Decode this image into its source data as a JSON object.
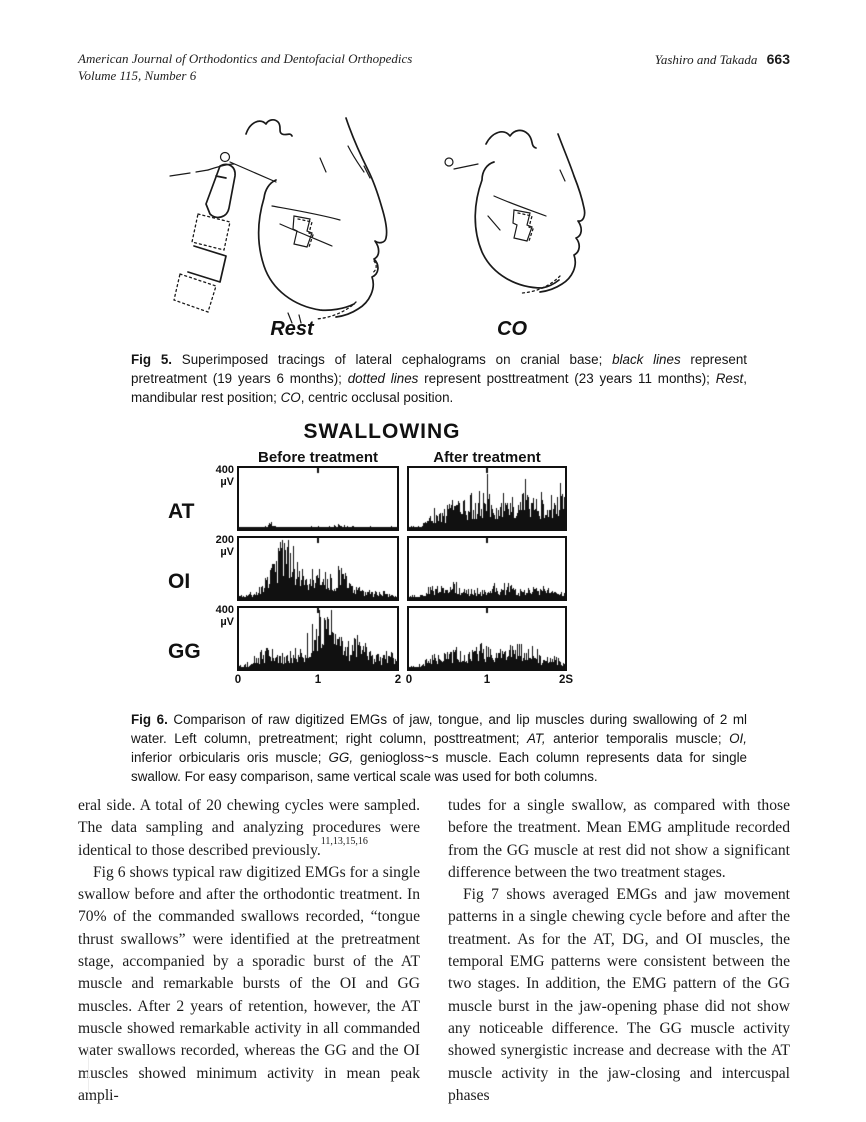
{
  "header": {
    "journal": "American Journal of Orthodontics and Dentofacial Orthopedics",
    "volume_line": "Volume 115, Number 6",
    "authors": "Yashiro and Takada",
    "page_number": "663"
  },
  "figure5": {
    "label_rest": "Rest",
    "label_co": "CO",
    "caption_segments": [
      {
        "t": "Fig 5.",
        "s": "b"
      },
      {
        "t": " Superimposed tracings of lateral cephalograms on cranial base; ",
        "s": "r"
      },
      {
        "t": "black lines",
        "s": "i"
      },
      {
        "t": " represent pretreatment (19 years 6 months); ",
        "s": "r"
      },
      {
        "t": "dotted lines",
        "s": "i"
      },
      {
        "t": " represent posttreatment (23 years 11 months); ",
        "s": "r"
      },
      {
        "t": "Rest",
        "s": "i"
      },
      {
        "t": ", mandibular rest position; ",
        "s": "r"
      },
      {
        "t": "CO",
        "s": "i"
      },
      {
        "t": ", centric occlusal position.",
        "s": "r"
      }
    ]
  },
  "chart_data": {
    "type": "area",
    "title": "SWALLOWING",
    "column_headers": [
      "Before treatment",
      "After treatment"
    ],
    "rows": [
      {
        "label": "AT",
        "scale_value": "400",
        "scale_unit": "µV",
        "ymax_uV": 400
      },
      {
        "label": "OI",
        "scale_value": "200",
        "scale_unit": "µV",
        "ymax_uV": 200
      },
      {
        "label": "GG",
        "scale_value": "400",
        "scale_unit": "µV",
        "ymax_uV": 400
      }
    ],
    "x_ticks_before": [
      "0",
      "1",
      "2"
    ],
    "x_ticks_after": [
      "0",
      "1",
      "2S"
    ],
    "x_range_seconds": [
      0,
      2
    ],
    "x_unit": "s",
    "note": "raw digitized EMG envelopes, amplitude relative to row scale",
    "panels": [
      {
        "row": "AT",
        "column": "before",
        "envelope": [
          [
            0,
            0.02
          ],
          [
            0.3,
            0.03
          ],
          [
            0.4,
            0.12
          ],
          [
            0.48,
            0.03
          ],
          [
            0.7,
            0.02
          ],
          [
            1.0,
            0.04
          ],
          [
            1.25,
            0.06
          ],
          [
            1.45,
            0.04
          ],
          [
            1.7,
            0.03
          ],
          [
            2,
            0.03
          ]
        ]
      },
      {
        "row": "AT",
        "column": "after",
        "envelope": [
          [
            0,
            0.04
          ],
          [
            0.15,
            0.06
          ],
          [
            0.3,
            0.22
          ],
          [
            0.45,
            0.3
          ],
          [
            0.6,
            0.5
          ],
          [
            0.7,
            0.42
          ],
          [
            0.8,
            0.55
          ],
          [
            0.9,
            0.48
          ],
          [
            1.0,
            0.62
          ],
          [
            1.1,
            0.5
          ],
          [
            1.2,
            0.58
          ],
          [
            1.35,
            0.48
          ],
          [
            1.5,
            0.56
          ],
          [
            1.65,
            0.5
          ],
          [
            1.8,
            0.62
          ],
          [
            1.9,
            0.55
          ],
          [
            2,
            0.5
          ]
        ]
      },
      {
        "row": "OI",
        "column": "before",
        "envelope": [
          [
            0,
            0.06
          ],
          [
            0.15,
            0.08
          ],
          [
            0.3,
            0.25
          ],
          [
            0.42,
            0.55
          ],
          [
            0.52,
            0.85
          ],
          [
            0.6,
            1.0
          ],
          [
            0.68,
            0.8
          ],
          [
            0.78,
            0.5
          ],
          [
            0.88,
            0.32
          ],
          [
            0.98,
            0.45
          ],
          [
            1.08,
            0.55
          ],
          [
            1.18,
            0.38
          ],
          [
            1.28,
            0.5
          ],
          [
            1.38,
            0.32
          ],
          [
            1.5,
            0.2
          ],
          [
            1.65,
            0.14
          ],
          [
            1.8,
            0.1
          ],
          [
            2,
            0.07
          ]
        ]
      },
      {
        "row": "OI",
        "column": "after",
        "envelope": [
          [
            0,
            0.05
          ],
          [
            0.2,
            0.07
          ],
          [
            0.3,
            0.24
          ],
          [
            0.4,
            0.18
          ],
          [
            0.5,
            0.16
          ],
          [
            0.6,
            0.26
          ],
          [
            0.72,
            0.16
          ],
          [
            0.9,
            0.13
          ],
          [
            1.1,
            0.16
          ],
          [
            1.3,
            0.2
          ],
          [
            1.45,
            0.15
          ],
          [
            1.6,
            0.2
          ],
          [
            1.75,
            0.17
          ],
          [
            1.9,
            0.12
          ],
          [
            2,
            0.1
          ]
        ]
      },
      {
        "row": "GG",
        "column": "before",
        "envelope": [
          [
            0,
            0.05
          ],
          [
            0.15,
            0.1
          ],
          [
            0.28,
            0.32
          ],
          [
            0.38,
            0.38
          ],
          [
            0.48,
            0.28
          ],
          [
            0.6,
            0.24
          ],
          [
            0.72,
            0.3
          ],
          [
            0.82,
            0.34
          ],
          [
            0.92,
            0.6
          ],
          [
            0.98,
            1.0
          ],
          [
            1.05,
            0.75
          ],
          [
            1.12,
            0.85
          ],
          [
            1.22,
            0.55
          ],
          [
            1.32,
            0.45
          ],
          [
            1.42,
            0.4
          ],
          [
            1.52,
            0.55
          ],
          [
            1.62,
            0.42
          ],
          [
            1.72,
            0.25
          ],
          [
            1.82,
            0.2
          ],
          [
            1.92,
            0.3
          ],
          [
            2,
            0.15
          ]
        ]
      },
      {
        "row": "GG",
        "column": "after",
        "envelope": [
          [
            0,
            0.05
          ],
          [
            0.2,
            0.09
          ],
          [
            0.3,
            0.26
          ],
          [
            0.42,
            0.22
          ],
          [
            0.52,
            0.3
          ],
          [
            0.62,
            0.28
          ],
          [
            0.72,
            0.24
          ],
          [
            0.82,
            0.34
          ],
          [
            0.92,
            0.4
          ],
          [
            1.02,
            0.34
          ],
          [
            1.12,
            0.3
          ],
          [
            1.25,
            0.3
          ],
          [
            1.35,
            0.46
          ],
          [
            1.45,
            0.4
          ],
          [
            1.55,
            0.3
          ],
          [
            1.65,
            0.22
          ],
          [
            1.78,
            0.18
          ],
          [
            1.9,
            0.13
          ],
          [
            2,
            0.1
          ]
        ]
      }
    ]
  },
  "figure6": {
    "caption_segments": [
      {
        "t": "Fig 6.",
        "s": "b"
      },
      {
        "t": " Comparison of raw digitized EMGs of jaw, tongue, and lip muscles during swallowing of 2 ml water. Left column, pretreatment; right column, posttreatment; ",
        "s": "r"
      },
      {
        "t": "AT,",
        "s": "i"
      },
      {
        "t": " anterior temporalis muscle; ",
        "s": "r"
      },
      {
        "t": "OI,",
        "s": "i"
      },
      {
        "t": " inferior orbicularis oris muscle; ",
        "s": "r"
      },
      {
        "t": "GG,",
        "s": "i"
      },
      {
        "t": " geniogloss~s muscle. Each column represents data for single swallow. For easy comparison, same vertical scale was used for both columns.",
        "s": "r"
      }
    ]
  },
  "body": {
    "left_paragraphs": [
      {
        "segments": [
          {
            "t": "eral side. A total of 20 chewing cycles were sampled. The data sampling and analyzing procedures were identical to those described previously.",
            "s": "r"
          },
          {
            "t": "11,13,15,16",
            "s": "sup"
          }
        ]
      },
      {
        "segments": [
          {
            "t": "Fig 6 shows typical raw digitized EMGs for a single swallow before and after the orthodontic treatment. In 70% of the commanded swallows recorded, “tongue thrust swallows” were identified at the pretreatment stage, accompanied by a sporadic burst of the AT muscle and remarkable bursts of the OI and GG muscles. After 2 years of retention, however, the AT muscle showed remarkable activity in all commanded water swallows recorded, whereas the GG and the OI muscles showed minimum activity in mean peak ampli-",
            "s": "r"
          }
        ]
      }
    ],
    "right_paragraphs": [
      {
        "segments": [
          {
            "t": "tudes for a single swallow, as compared with those before the treatment. Mean EMG amplitude recorded from the GG muscle at rest did not show a significant difference between the two treatment stages.",
            "s": "r"
          }
        ]
      },
      {
        "segments": [
          {
            "t": "Fig 7 shows averaged EMGs and jaw movement patterns in a single chewing cycle before and after the treatment. As for the AT, DG, and OI muscles, the temporal EMG patterns were consistent between the two stages. In addition, the EMG pattern of the GG muscle burst in the jaw-opening phase did not show any noticeable difference. The GG muscle activity showed synergistic increase and decrease with the AT muscle activity in the jaw-closing and intercuspal phases",
            "s": "r"
          }
        ]
      }
    ]
  }
}
